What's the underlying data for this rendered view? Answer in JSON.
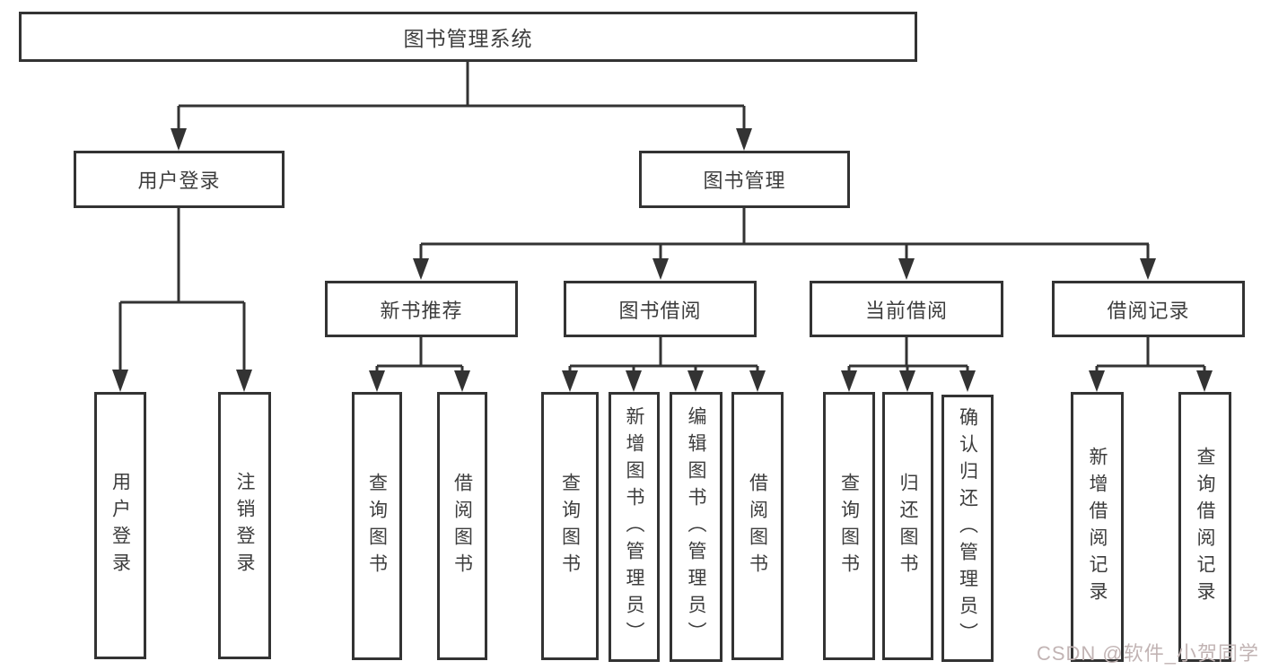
{
  "diagram": {
    "root": {
      "label": "图书管理系统"
    },
    "level2": [
      {
        "label": "用户登录"
      },
      {
        "label": "图书管理"
      }
    ],
    "level3": [
      {
        "label": "新书推荐"
      },
      {
        "label": "图书借阅"
      },
      {
        "label": "当前借阅"
      },
      {
        "label": "借阅记录"
      }
    ],
    "leaves": {
      "login": [
        "用户登录",
        "注销登录"
      ],
      "newbook": [
        "查询图书",
        "借阅图书"
      ],
      "borrow": [
        "查询图书",
        "新增图书（管理员）",
        "编辑图书（管理员）",
        "借阅图书"
      ],
      "current": [
        "查询图书",
        "归还图书",
        "确认归还（管理员）"
      ],
      "records": [
        "新增借阅记录",
        "查询借阅记录"
      ]
    }
  },
  "watermark": {
    "text": "CSDN @软件_小贺同学"
  },
  "colors": {
    "line": "#333333",
    "text": "#3d3d3d",
    "background": "#ffffff",
    "watermark": "#c2b4b4"
  }
}
